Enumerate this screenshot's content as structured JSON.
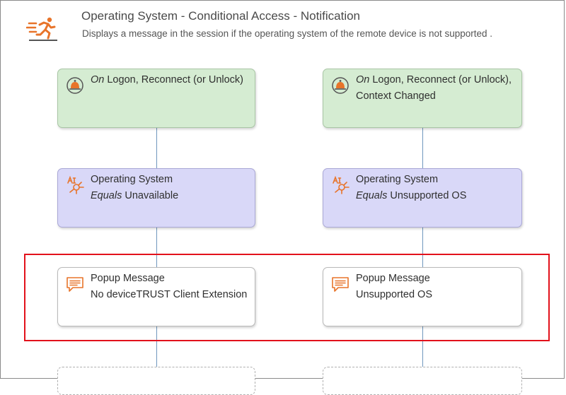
{
  "header": {
    "title": "Operating System - Conditional Access - Notification",
    "description": "Displays a message in the session if the operating system of the remote device is not supported .",
    "icon": "runner-icon",
    "accent_color": "#e8742a"
  },
  "columns": [
    {
      "trigger": {
        "keyword": "On",
        "text": " Logon, Reconnect (or Unlock)",
        "line2": "",
        "icon": "bell-icon"
      },
      "condition": {
        "line1": "Operating System",
        "keyword": "Equals",
        "value": " Unavailable",
        "icon": "context-icon"
      },
      "action": {
        "line1": "Popup Message",
        "line2": "No deviceTRUST Client Extension",
        "icon": "message-icon"
      }
    },
    {
      "trigger": {
        "keyword": "On",
        "text": " Logon, Reconnect (or Unlock),",
        "line2": "Context Changed",
        "icon": "bell-icon"
      },
      "condition": {
        "line1": "Operating System",
        "keyword": "Equals",
        "value": " Unsupported OS",
        "icon": "context-icon"
      },
      "action": {
        "line1": "Popup Message",
        "line2": "Unsupported OS",
        "icon": "message-icon"
      }
    }
  ],
  "colors": {
    "trigger_bg": "#d5ecd2",
    "condition_bg": "#d9d8f8",
    "action_bg": "#ffffff",
    "connector": "#6f97be",
    "highlight": "#e2111b",
    "icon_orange": "#e8742a"
  }
}
